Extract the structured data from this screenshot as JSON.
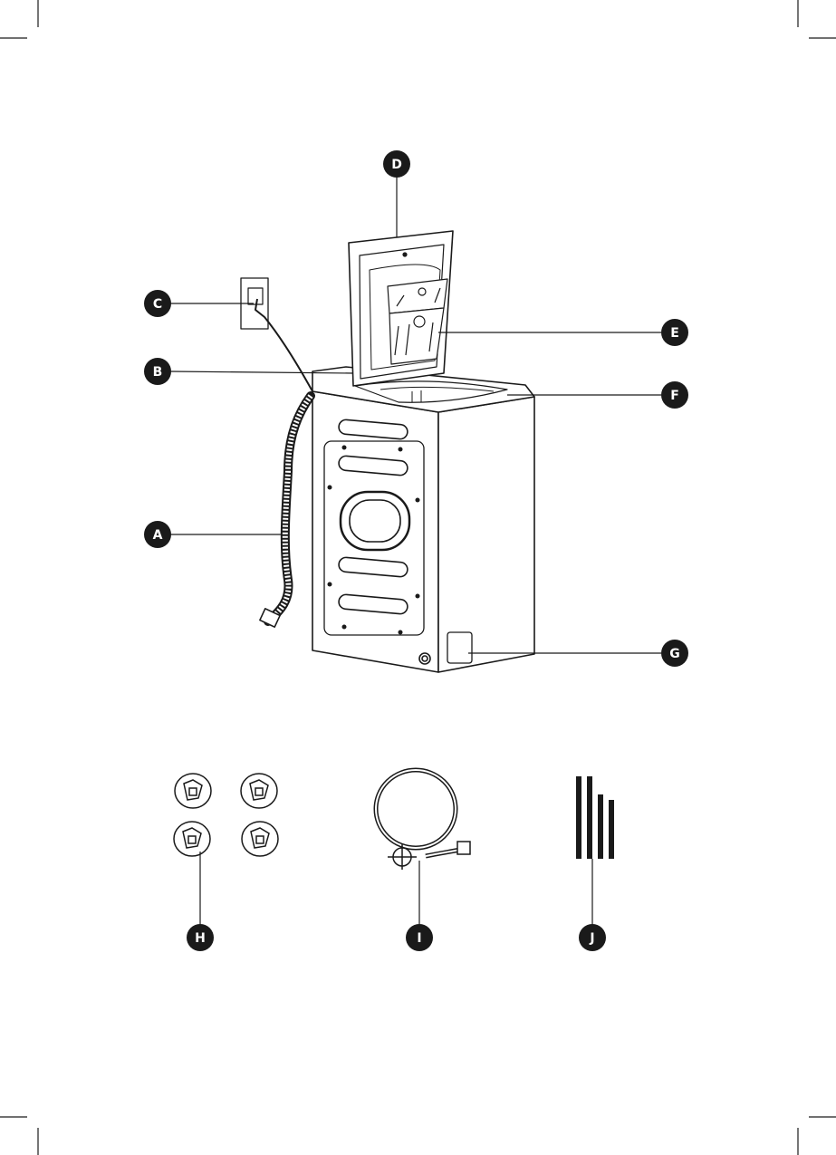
{
  "labels": {
    "A": "A",
    "B": "B",
    "C": "C",
    "D": "D",
    "E": "E",
    "F": "F",
    "G": "G",
    "H": "H",
    "I": "I",
    "J": "J"
  },
  "colors": {
    "ink": "#1a1a1a",
    "badge": "#1a1a1a",
    "badge_text": "#ffffff",
    "paper": "#ffffff"
  }
}
